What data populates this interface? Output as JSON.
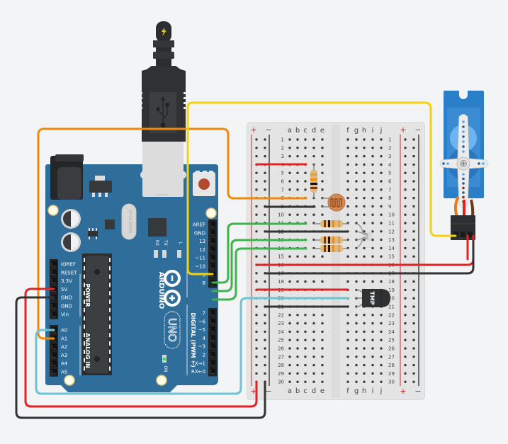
{
  "scene": "Arduino Uno circuit with breadboard, photoresistor, RGB LED, TMP sensor and servo",
  "usb_cable": {
    "icon": "lightning-bolt",
    "usb_logo": "usb-trident"
  },
  "arduino": {
    "brand": "ARDUINO",
    "model": "UNO",
    "crystal_text": "SP16.000G",
    "leds": {
      "rx": "RX",
      "tx": "TX",
      "l": "L",
      "on": "ON"
    },
    "power_header_title": "POWER",
    "power_pins": [
      "IOREF",
      "RESET",
      "3.3V",
      "5V",
      "GND",
      "GND",
      "Vin"
    ],
    "analog_header_title": "ANALOG IN",
    "analog_pins": [
      "A0",
      "A1",
      "A2",
      "A3",
      "A4",
      "A5"
    ],
    "digital_header_title": "DIGITAL (PWM ~)",
    "digital_top_pins": [
      "AREF",
      "GND",
      "13",
      "12",
      "~11",
      "~10",
      "~9",
      "8"
    ],
    "digital_bottom_pins": [
      "7",
      "~6",
      "~5",
      "4",
      "~3",
      "2",
      "TX→1",
      "RX←0"
    ]
  },
  "breadboard": {
    "rail_plus": "+",
    "rail_minus": "−",
    "columns_left": [
      "a",
      "b",
      "c",
      "d",
      "e"
    ],
    "columns_right": [
      "f",
      "g",
      "h",
      "i",
      "j"
    ],
    "row_count": 30
  },
  "components": {
    "tmp_sensor_label": "TMP",
    "photoresistor": "photoresistor",
    "rgb_led": "rgb-led",
    "servo": "micro-servo"
  },
  "colors": {
    "board_blue": "#2f6d9b",
    "wire_orange": "#f08a0c",
    "wire_yellow": "#f5d20c",
    "wire_green": "#3cb44a",
    "wire_red": "#e02424",
    "wire_black": "#333333",
    "wire_cyan": "#6cc3d5",
    "servo_blue": "#2b7fc8"
  }
}
